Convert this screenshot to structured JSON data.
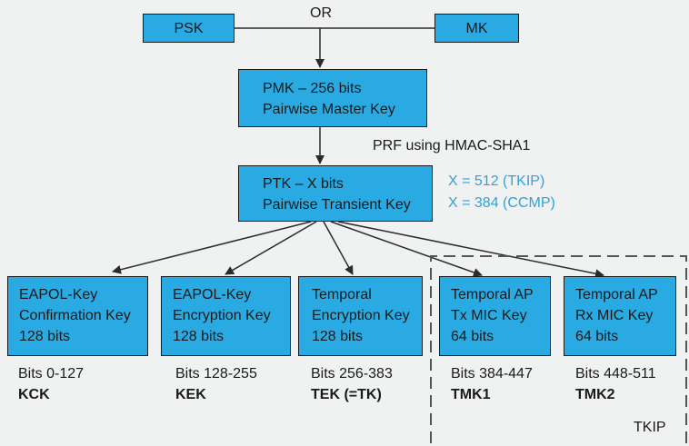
{
  "top": {
    "psk": "PSK",
    "or": "OR",
    "mk": "MK"
  },
  "pmk": {
    "line1": "PMK – 256 bits",
    "line2": "Pairwise Master Key"
  },
  "prf_label": "PRF using HMAC-SHA1",
  "ptk": {
    "line1": "PTK – X bits",
    "line2": "Pairwise Transient Key"
  },
  "ptk_note": {
    "line1": "X = 512 (TKIP)",
    "line2": "X = 384 (CCMP)"
  },
  "keys": [
    {
      "line1": "EAPOL-Key",
      "line2": "Confirmation Key",
      "line3": "128 bits",
      "bits": "Bits 0-127",
      "abbr": "KCK"
    },
    {
      "line1": "EAPOL-Key",
      "line2": "Encryption Key",
      "line3": "128 bits",
      "bits": "Bits 128-255",
      "abbr": "KEK"
    },
    {
      "line1": "Temporal",
      "line2": "Encryption Key",
      "line3": "128 bits",
      "bits": "Bits 256-383",
      "abbr": "TEK (=TK)"
    },
    {
      "line1": "Temporal AP",
      "line2": "Tx MIC Key",
      "line3": "64 bits",
      "bits": "Bits 384-447",
      "abbr": "TMK1"
    },
    {
      "line1": "Temporal AP",
      "line2": "Rx MIC Key",
      "line3": "64 bits",
      "bits": "Bits 448-511",
      "abbr": "TMK2"
    }
  ],
  "tkip_label": "TKIP",
  "colors": {
    "box_fill": "#2aaae2",
    "note_text": "#2ea3dc",
    "background": "#f0f1f1"
  }
}
